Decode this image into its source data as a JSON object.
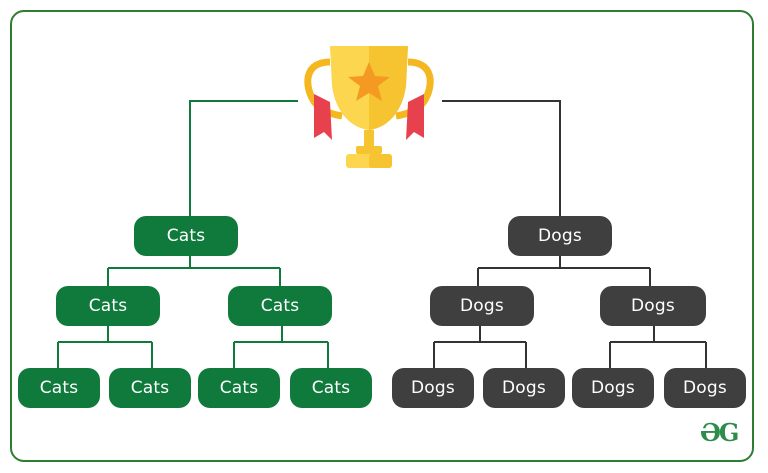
{
  "colors": {
    "team_a": "#0f7a3c",
    "team_b": "#3f3f3f",
    "frame": "#2e7d32",
    "trophy": "#f6c431"
  },
  "trophy": {
    "icon": "trophy-icon"
  },
  "tree": {
    "team_a": {
      "finalist": "Cats",
      "semifinal": [
        "Cats",
        "Cats"
      ],
      "quarterfinal": [
        "Cats",
        "Cats",
        "Cats",
        "Cats"
      ]
    },
    "team_b": {
      "finalist": "Dogs",
      "semifinal": [
        "Dogs",
        "Dogs"
      ],
      "quarterfinal": [
        "Dogs",
        "Dogs",
        "Dogs",
        "Dogs"
      ]
    }
  },
  "logo": {
    "text": "ƏG"
  }
}
